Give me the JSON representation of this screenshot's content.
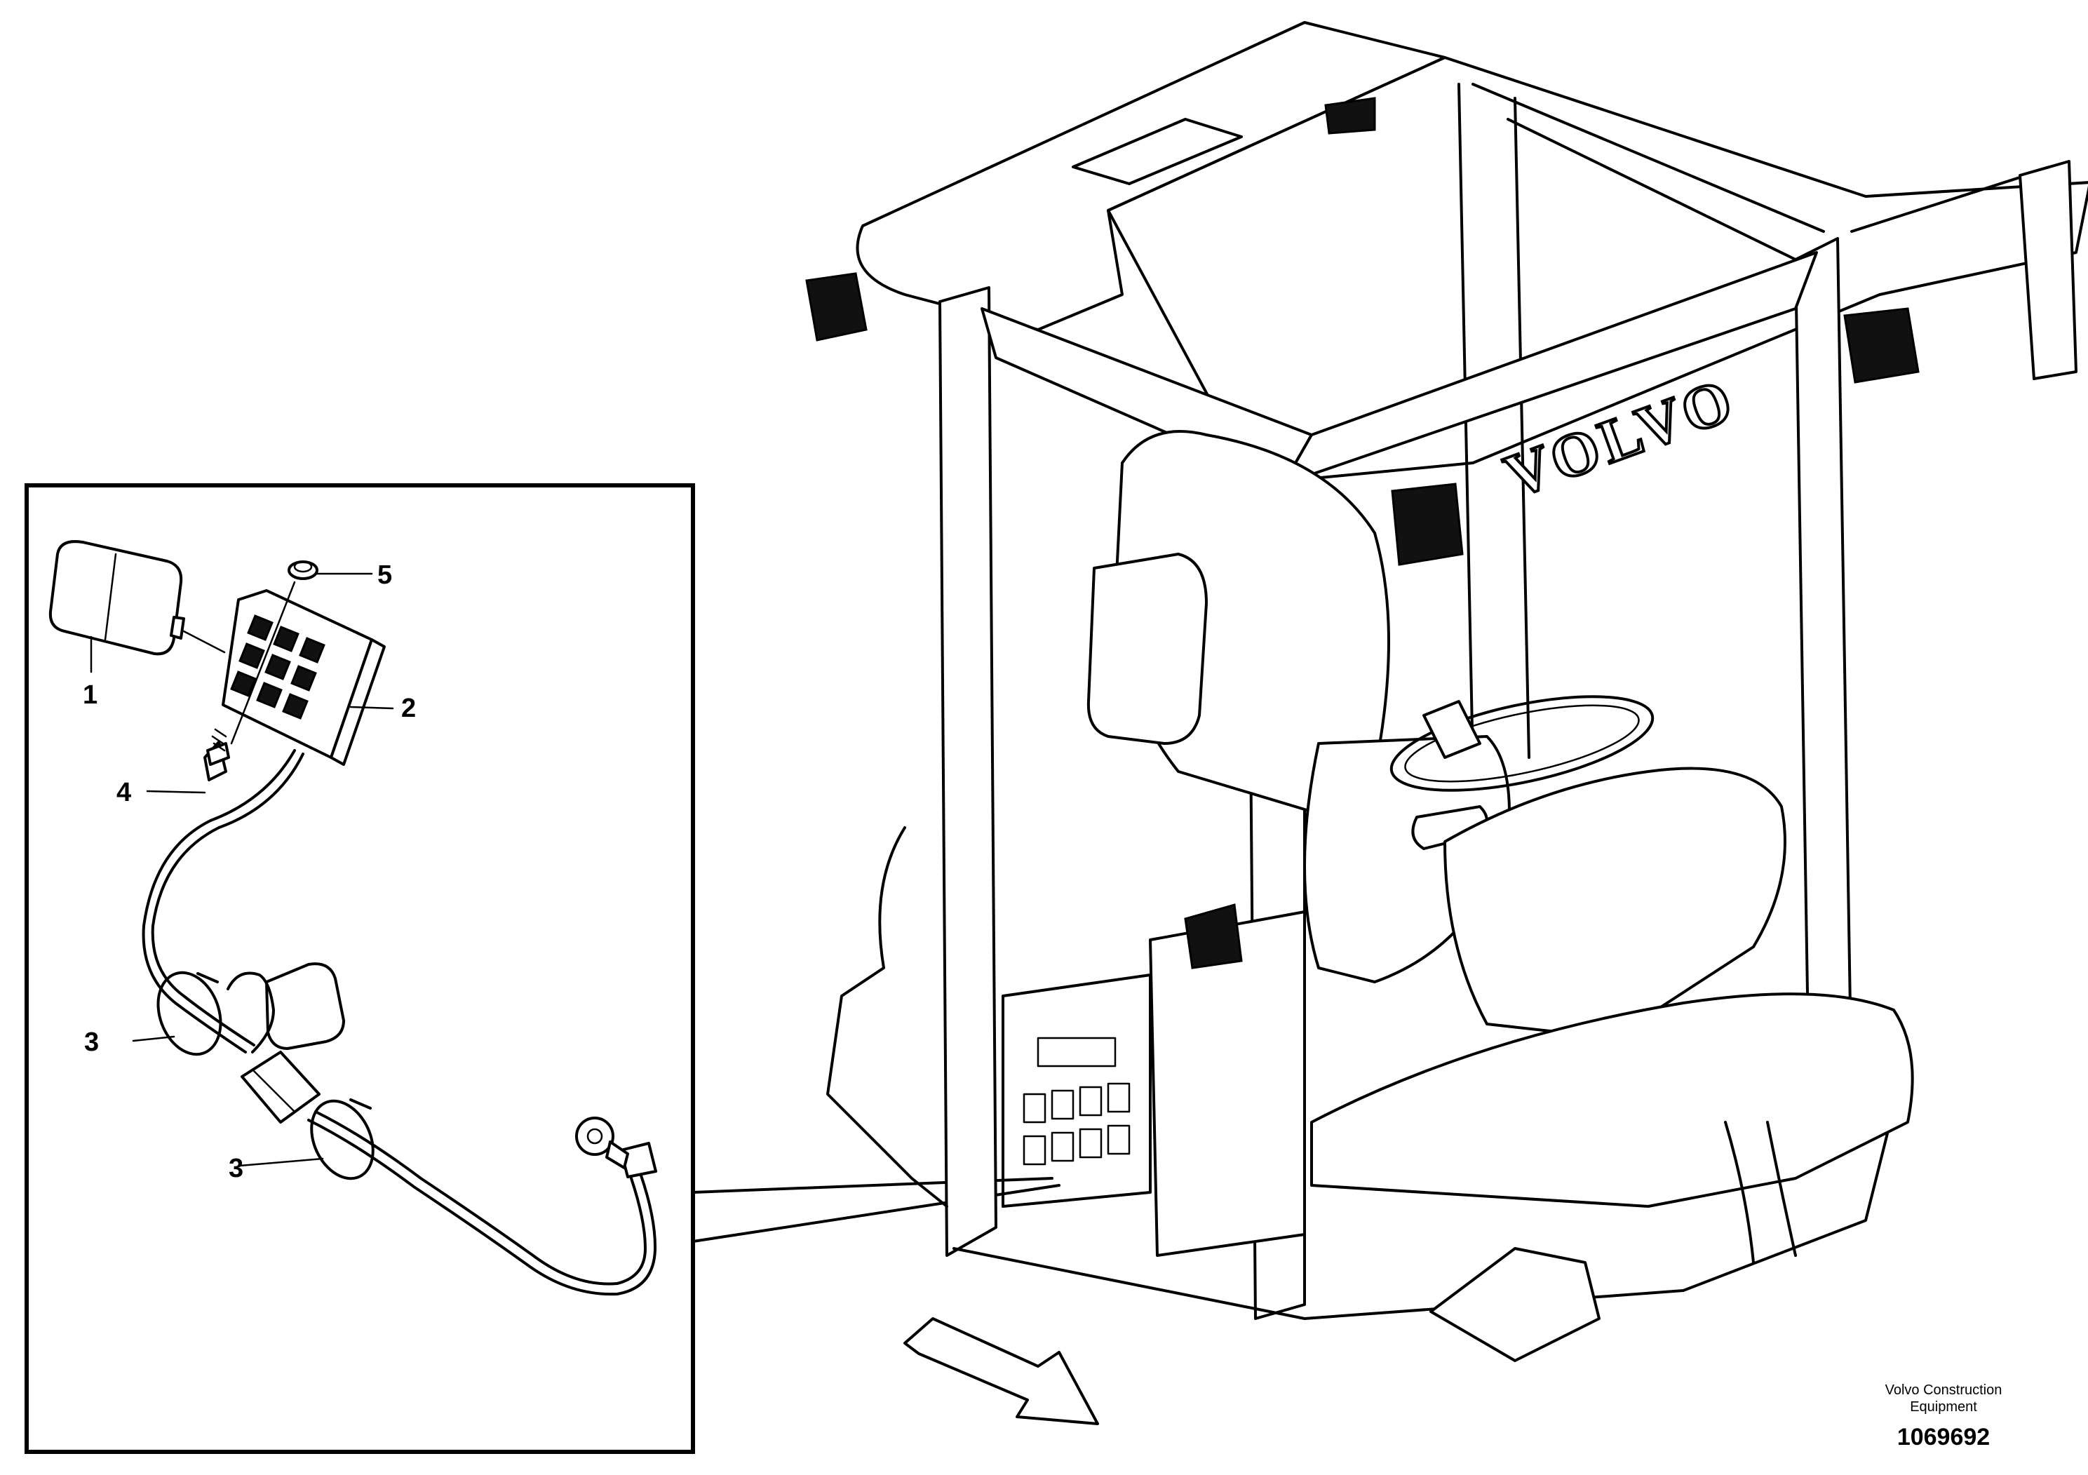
{
  "callouts": [
    {
      "id": "1",
      "label": "1"
    },
    {
      "id": "2",
      "label": "2"
    },
    {
      "id": "3a",
      "label": "3"
    },
    {
      "id": "3b",
      "label": "3"
    },
    {
      "id": "4",
      "label": "4"
    },
    {
      "id": "5",
      "label": "5"
    }
  ],
  "cab_logo": "VOLVO",
  "footer": {
    "brand_line1": "Volvo Construction",
    "brand_line2": "Equipment",
    "drawing_number": "1069692"
  },
  "icons": {
    "direction_arrow": "direction-arrow-icon"
  }
}
